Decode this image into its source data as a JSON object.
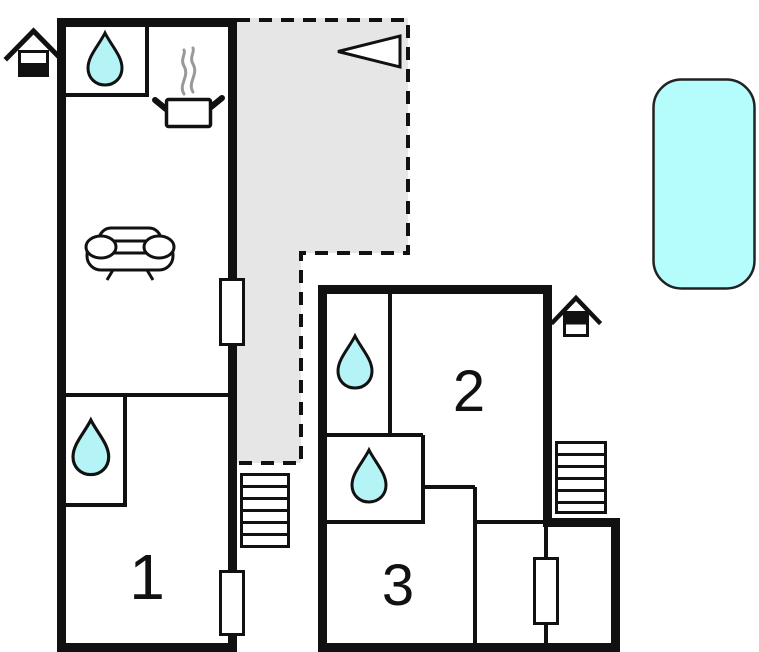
{
  "page": {
    "title": "Holiday home floor plan"
  },
  "rooms": [
    {
      "id": "room-1",
      "label": "1"
    },
    {
      "id": "room-2",
      "label": "2"
    },
    {
      "id": "room-3",
      "label": "3"
    }
  ],
  "features": {
    "water_drop_icons": 4,
    "kitchen_stove_icons": 1,
    "sofa_icons": 1,
    "staircases": 2,
    "doors": 3,
    "entrance_markers": 2,
    "direction_arrow": "left",
    "pool": true,
    "terrace": true
  },
  "colors": {
    "wall": "#111111",
    "terrace_fill": "#e6e6e6",
    "pool_fill": "#b5fdfd",
    "drop_fill": "#b5f4f6",
    "steam": "#999999",
    "background": "#ffffff"
  }
}
